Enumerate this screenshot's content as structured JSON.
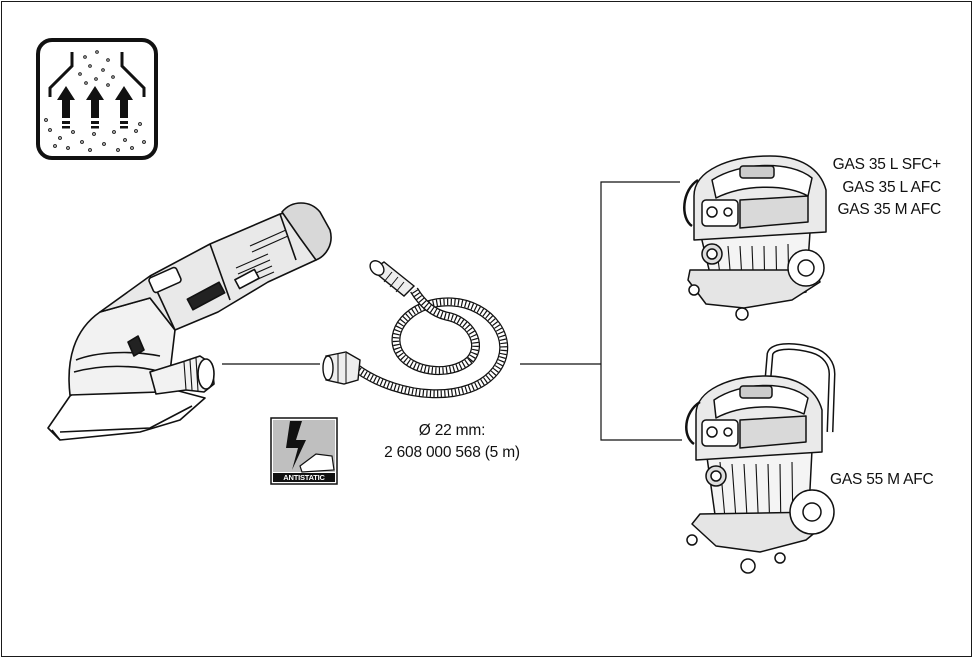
{
  "dust_extraction_symbol": {
    "icon": "dust-extraction-icon"
  },
  "tool": {
    "icon": "multi-sander-icon"
  },
  "hose": {
    "icon": "hose-icon",
    "diameter": "Ø 22 mm:",
    "part_number": "2 608 000 568 (5 m)"
  },
  "antistatic_badge": {
    "icon": "antistatic-icon",
    "label": "ANTISTATIC"
  },
  "vacuum_small": {
    "icon": "vacuum-cleaner-small-icon",
    "models": [
      "GAS 35 L SFC+",
      "GAS 35 L AFC",
      "GAS 35 M AFC"
    ]
  },
  "vacuum_large": {
    "icon": "vacuum-cleaner-large-icon",
    "models": [
      "GAS 55 M AFC"
    ]
  }
}
